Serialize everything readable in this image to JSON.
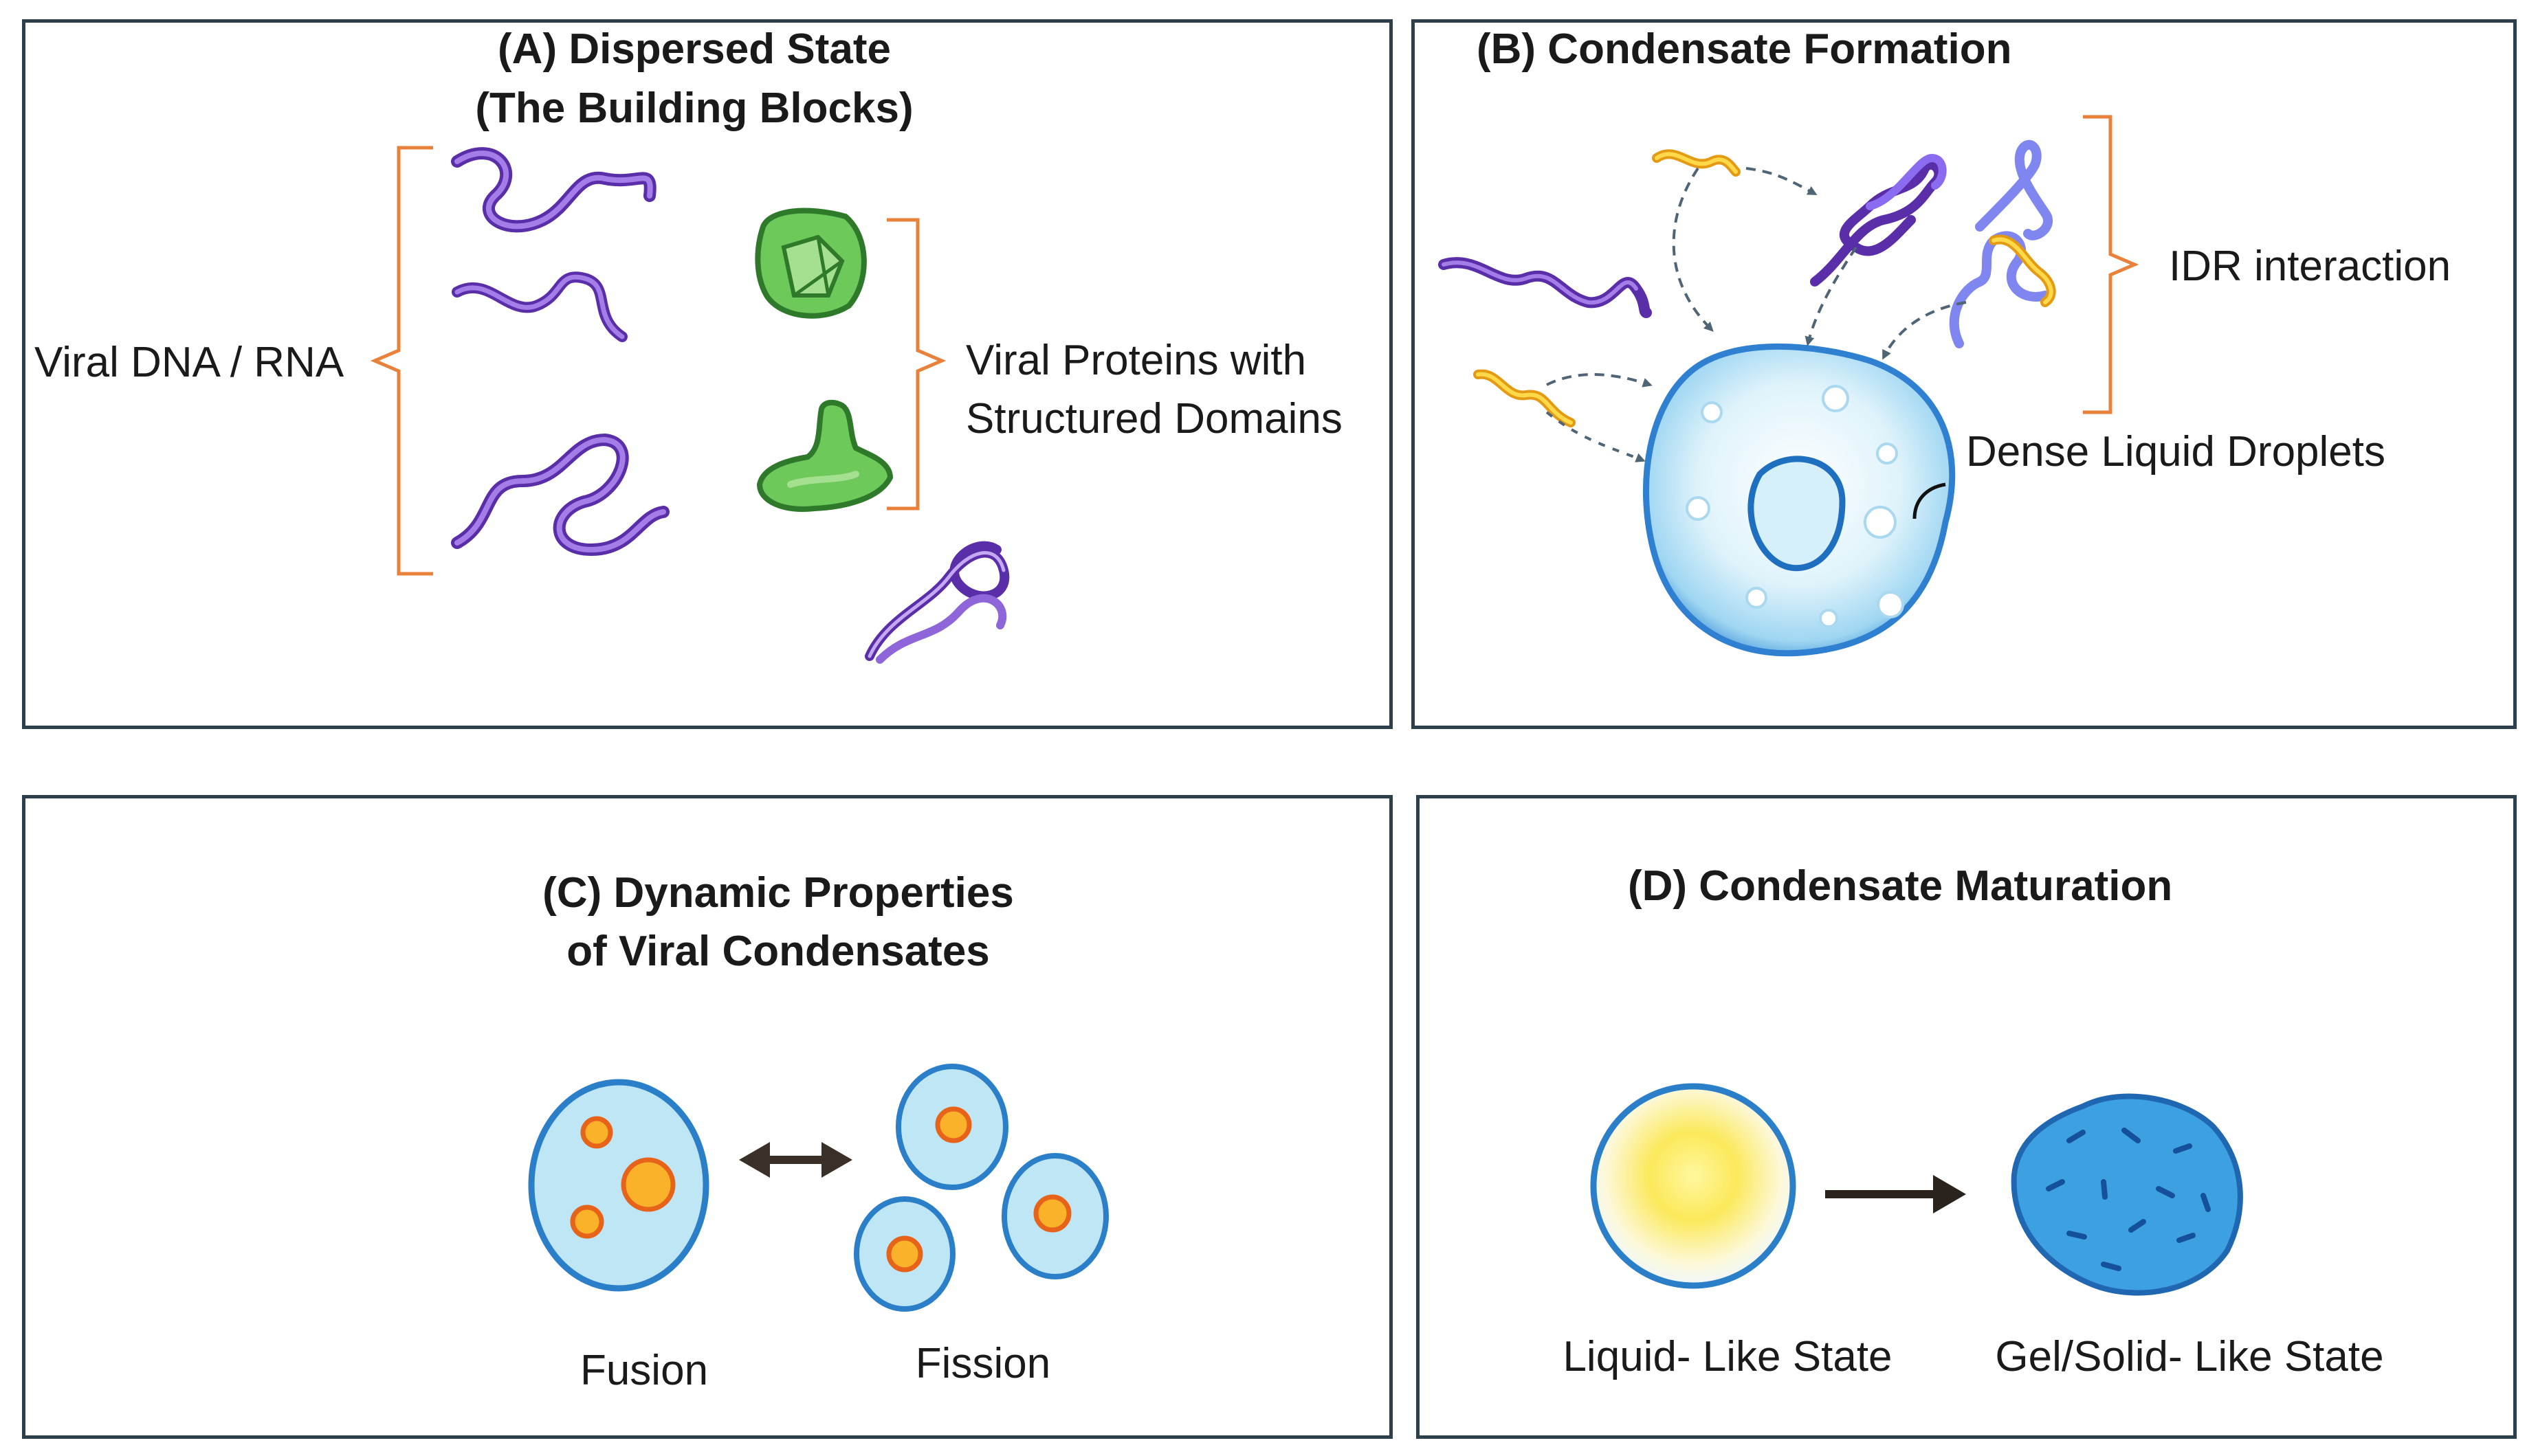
{
  "panels": {
    "a": {
      "title_line1": "(A) Dispersed State",
      "title_line2": "(The Building Blocks)",
      "label_nucleic": "Viral DNA / RNA",
      "label_proteins_line1": "Viral Proteins with",
      "label_proteins_line2": "Structured Domains"
    },
    "b": {
      "title": "(B) Condensate Formation",
      "label_idr": "IDR interaction",
      "label_droplet": "Dense Liquid Droplets"
    },
    "c": {
      "title_line1": "(C) Dynamic Properties",
      "title_line2": "of Viral Condensates",
      "label_fusion": "Fusion",
      "label_fission": "Fission"
    },
    "d": {
      "title": "(D) Condensate Maturation",
      "label_liquid": "Liquid- Like State",
      "label_gel": "Gel/Solid- Like State"
    }
  },
  "colors": {
    "panel_border": "#2e3f4c",
    "bracket": "#e8823a",
    "rna_purple": "#7b4fc9",
    "protein_green": "#5fbf4e",
    "idr_yellow": "#f2b21e",
    "droplet_blue": "#3c8fd6",
    "droplet_fill": "#bfe6f5",
    "inclusion_orange": "#f39a1e",
    "arrow_dark": "#3a3028"
  }
}
